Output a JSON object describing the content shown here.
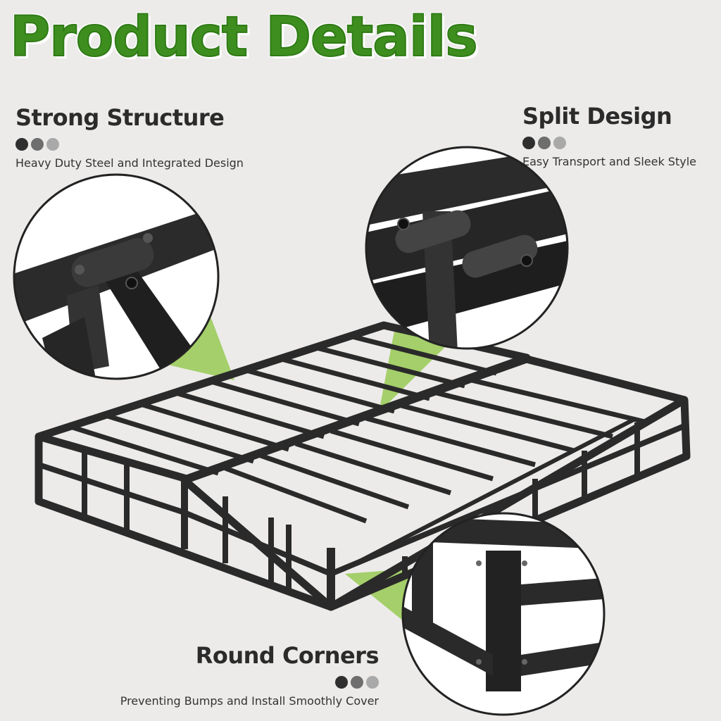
{
  "header": {
    "title": "Product Details"
  },
  "features": {
    "strong": {
      "title": "Strong Structure",
      "desc": "Heavy Duty Steel and Integrated Design"
    },
    "split": {
      "title": "Split Design",
      "desc": "Easy Transport and Sleek Style"
    },
    "round": {
      "title": "Round Corners",
      "desc": "Preventing Bumps and Install Smoothly Cover"
    }
  },
  "swatches": [
    "#2f2f2f",
    "#6e6e6e",
    "#a9a9a9"
  ],
  "colors": {
    "accent": "#3e8e1f",
    "highlight": "#8cc63f",
    "frame": "#2a2a2a"
  }
}
